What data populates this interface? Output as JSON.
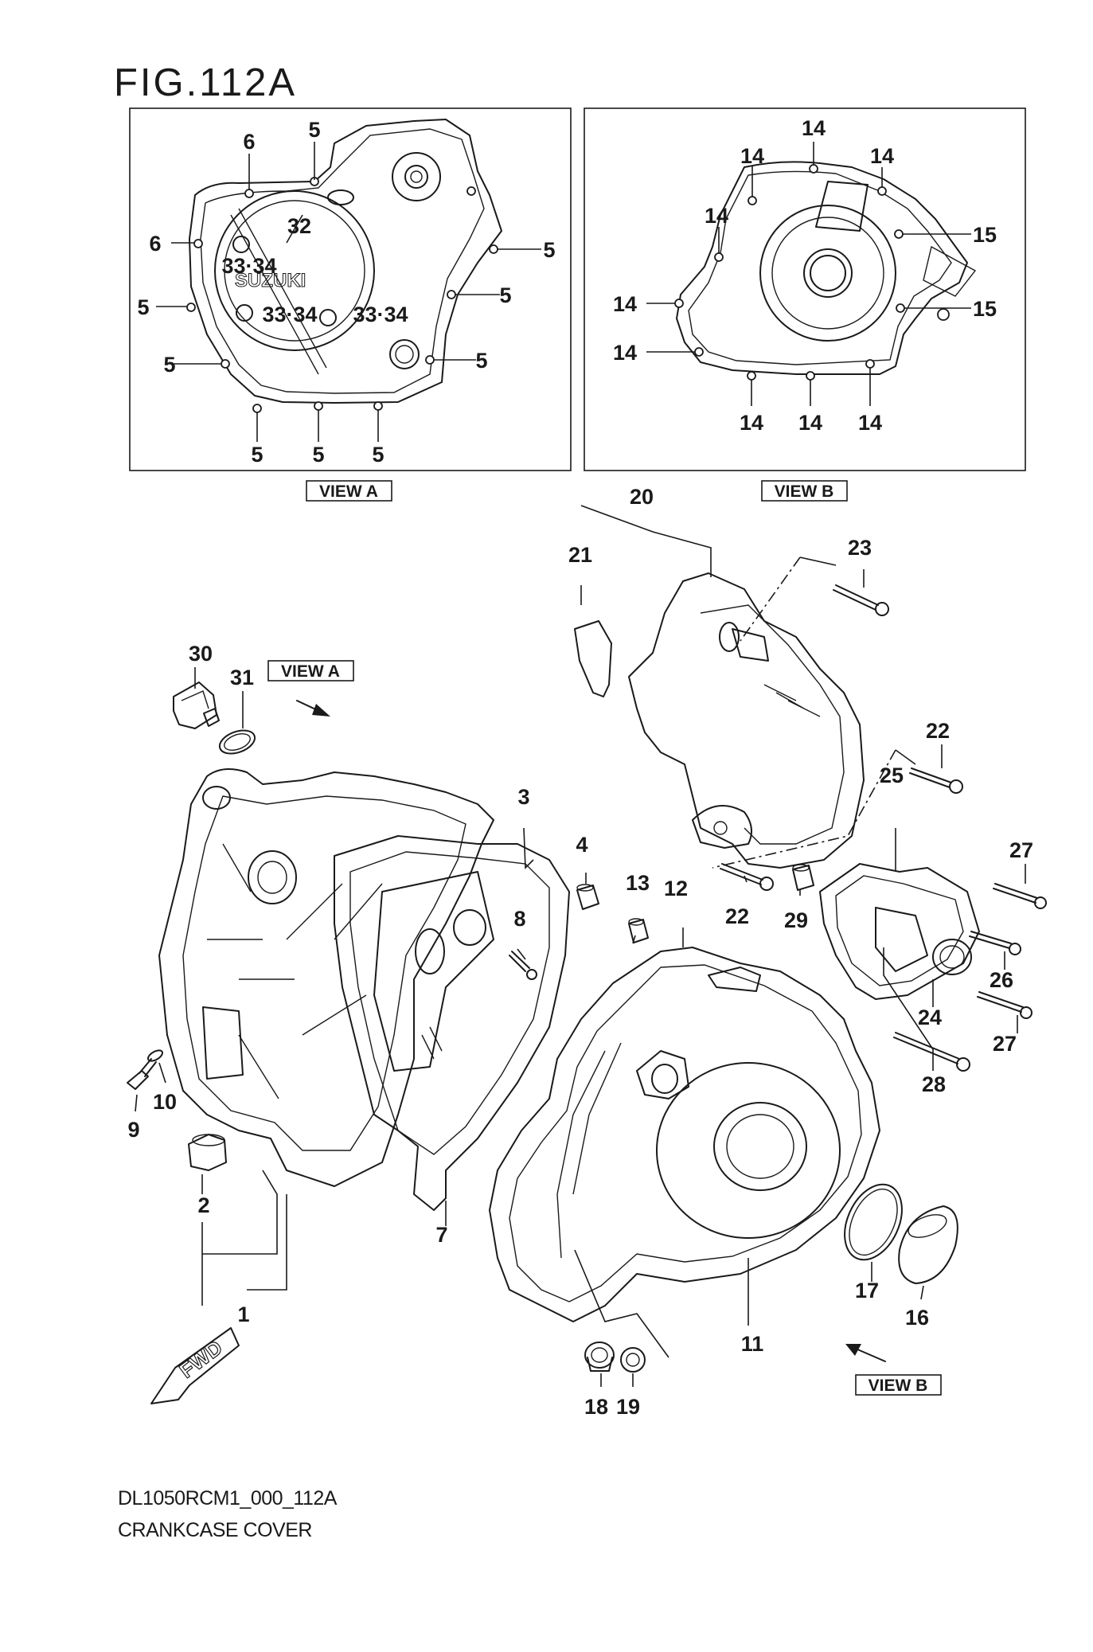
{
  "figure_title": "FIG.112A",
  "view_labels": {
    "view_a": "VIEW A",
    "view_b": "VIEW B"
  },
  "cover_logo_text": "SUZUKI",
  "footer": {
    "code": "DL1050RCM1_000_112A",
    "name": "CRANKCASE COVER"
  },
  "view_a_callouts": [
    "5",
    "6",
    "6",
    "32",
    "33·34",
    "33·34",
    "33·34",
    "5",
    "5",
    "5",
    "5",
    "5",
    "5",
    "5",
    "5"
  ],
  "view_b_callouts": [
    "14",
    "14",
    "14",
    "14",
    "14",
    "14",
    "14",
    "14",
    "14",
    "15",
    "15"
  ],
  "part_callouts": [
    "1",
    "2",
    "3",
    "4",
    "7",
    "8",
    "9",
    "10",
    "11",
    "12",
    "13",
    "16",
    "17",
    "18",
    "19",
    "20",
    "21",
    "22",
    "22",
    "23",
    "24",
    "25",
    "26",
    "27",
    "27",
    "28",
    "29",
    "30",
    "31"
  ],
  "fwd_marker": "FWD"
}
